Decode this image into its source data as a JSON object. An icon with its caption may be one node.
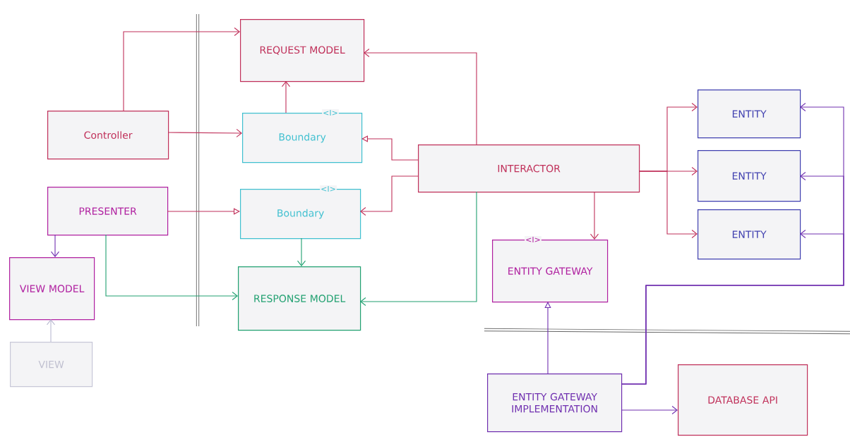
{
  "diagram": {
    "nodes": [
      {
        "text": [
          "REQUEST MODEL"
        ]
      },
      {
        "text": [
          "Controller"
        ]
      },
      {
        "text": [
          "Boundary"
        ],
        "beside": [
          "<I>"
        ]
      },
      {
        "text": [
          "INTERACTOR"
        ]
      },
      {
        "text": [
          "ENTITY"
        ]
      },
      {
        "text": [
          "ENTITY"
        ]
      },
      {
        "text": [
          "ENTITY"
        ]
      },
      {
        "text": [
          "PRESENTER"
        ]
      },
      {
        "text": [
          "Boundary"
        ],
        "beside": [
          "<I>"
        ]
      },
      {
        "text": [
          "VIEW MODEL"
        ]
      },
      {
        "text": [
          "RESPONSE MODEL"
        ]
      },
      {
        "text": [
          "ENTITY GATEWAY"
        ],
        "beside": [
          "<I>"
        ]
      },
      {
        "text": [
          "VIEW"
        ]
      },
      {
        "text": [
          "ENTITY GATEWAY IMPLEMENTATION"
        ]
      },
      {
        "text": [
          "DATABASE API"
        ]
      }
    ],
    "edges": [
      {
        "from": 1,
        "to": 0,
        "arrow": "to"
      },
      {
        "from": 1,
        "to": 2,
        "arrow": "to"
      },
      {
        "from": 2,
        "to": 0,
        "arrow": "to"
      },
      {
        "from": 3,
        "to": 0,
        "arrow": "to"
      },
      {
        "from": 3,
        "to": 2,
        "arrow": "to"
      },
      {
        "from": 3,
        "to": 8,
        "arrow": "to"
      },
      {
        "from": 7,
        "to": 8,
        "arrow": "to"
      },
      {
        "from": 7,
        "to": 9,
        "arrow": "to",
        "color": "#7030b0"
      },
      {
        "from": 7,
        "to": 10,
        "arrow": "to",
        "color": "#20a070"
      },
      {
        "from": 8,
        "to": 10,
        "arrow": "to",
        "color": "#20a070"
      },
      {
        "from": 3,
        "to": 10,
        "arrow": "to",
        "color": "#20a070"
      },
      {
        "from": 12,
        "to": 9,
        "arrow": "to",
        "color": "#b8b8d0"
      },
      {
        "from": 3,
        "to": 4,
        "arrow": "to"
      },
      {
        "from": 3,
        "to": 5,
        "arrow": "to"
      },
      {
        "from": 3,
        "to": 6,
        "arrow": "to"
      },
      {
        "from": 3,
        "to": 11,
        "arrow": "to"
      },
      {
        "from": 13,
        "to": 11,
        "arrow": "to",
        "color": "#7030b0"
      },
      {
        "from": 13,
        "to": 4,
        "arrow": "to",
        "color": "#7030b0"
      },
      {
        "from": 13,
        "to": 5,
        "arrow": "to",
        "color": "#7030b0"
      },
      {
        "from": 13,
        "to": 6,
        "arrow": "to",
        "color": "#7030b0"
      },
      {
        "from": 13,
        "to": 14,
        "arrow": "to",
        "color": "#7030b0"
      }
    ]
  }
}
